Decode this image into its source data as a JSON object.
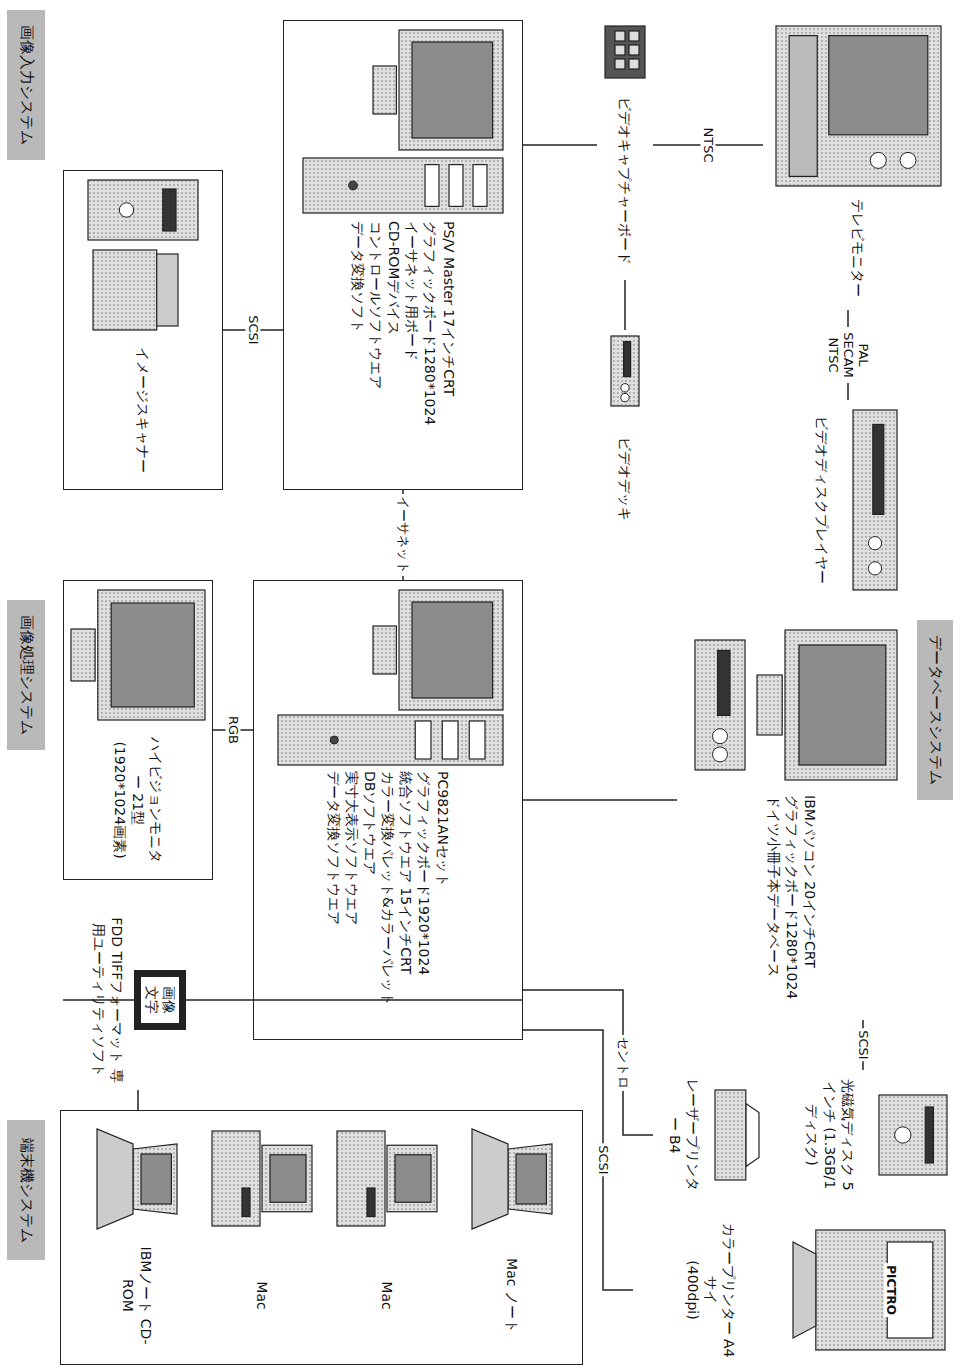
{
  "diagram": {
    "nodes": [
      {
        "text": [
          "画像入力システム"
        ]
      },
      {
        "text": [
          "イメージスキャナー"
        ]
      },
      {
        "text": [
          "画像処理システム"
        ]
      },
      {
        "text": [
          "ハイビジョンモニター 21型 (1920*1024画素)"
        ]
      },
      {
        "text": [
          "端末機システム"
        ]
      },
      {
        "text": [
          "PS/V Master 17インチCRT",
          "グラフィックボード1280*1024",
          "イーサネット用ボード",
          "CD-ROMデバイス",
          "コントロールソフトウエア",
          "データ変換ソフト"
        ]
      },
      {
        "text": [
          "ビデオキャプチャーボード"
        ]
      },
      {
        "text": [
          "テレビモニター"
        ]
      },
      {
        "text": [
          "ビデオデッキ"
        ]
      },
      {
        "text": [
          "ビデオディスクプレイヤー"
        ]
      },
      {
        "text": [
          "データベースシステム"
        ]
      },
      {
        "text": [
          "IBMパソコン 20インチCRT",
          "グラフィックボード1280*1024",
          "ドイツ小冊子本データベース"
        ]
      },
      {
        "text": [
          "光磁気ディスク 5インチ (1.3GB/1ディスク)"
        ]
      },
      {
        "text": [
          "レーザープリンター B4"
        ]
      },
      {
        "text": [
          "カラープリンター A4サイ",
          "(400dpi)"
        ]
      },
      {
        "text": [
          "PC9821ANセット",
          "グラフィックボード1920*1024",
          "統合ソフトウエア 15インチCRT",
          "カラー変換パレット&カラーパレット",
          "DBソフトウエア",
          "実寸大表示ソフトウエア",
          "データ変換ソフトウエア"
        ]
      },
      {
        "text": [
          "画像 文字",
          "FDD TIFFフォーマット 専用ユーティリティソフト"
        ]
      },
      {
        "text": []
      },
      {
        "text": [
          "IBMノート CD-ROM"
        ],
        "in": 17
      },
      {
        "text": [
          "Mac"
        ],
        "in": 17
      },
      {
        "text": [
          "Mac"
        ],
        "in": 17
      },
      {
        "text": [
          "Mac ノート"
        ],
        "in": 17
      }
    ],
    "edges": [
      {
        "from": 1,
        "to": 5,
        "label": "SCSI",
        "arrow": "none"
      },
      {
        "from": 5,
        "to": 6,
        "arrow": "none"
      },
      {
        "from": 6,
        "to": 7,
        "label": "NTSC",
        "arrow": "none"
      },
      {
        "from": 8,
        "to": 6,
        "arrow": "none"
      },
      {
        "from": 7,
        "to": 9,
        "label": "PAL SECAM NTSC",
        "arrow": "none"
      },
      {
        "from": 5,
        "to": 15,
        "label": "イーサネット",
        "arrow": "none"
      },
      {
        "from": 3,
        "to": 15,
        "label": "RGB",
        "arrow": "none"
      },
      {
        "from": 15,
        "to": 11,
        "arrow": "none"
      },
      {
        "from": 11,
        "to": 12,
        "label": "SCSI",
        "arrow": "none"
      },
      {
        "from": 15,
        "to": 13,
        "label": "セントロ",
        "arrow": "none"
      },
      {
        "from": 15,
        "to": 14,
        "label": "SCSI",
        "arrow": "none"
      },
      {
        "from": 15,
        "to": 16,
        "arrow": "none"
      },
      {
        "from": 16,
        "to": 17,
        "arrow": "none"
      }
    ],
    "labels": [
      "PICTRO"
    ]
  }
}
